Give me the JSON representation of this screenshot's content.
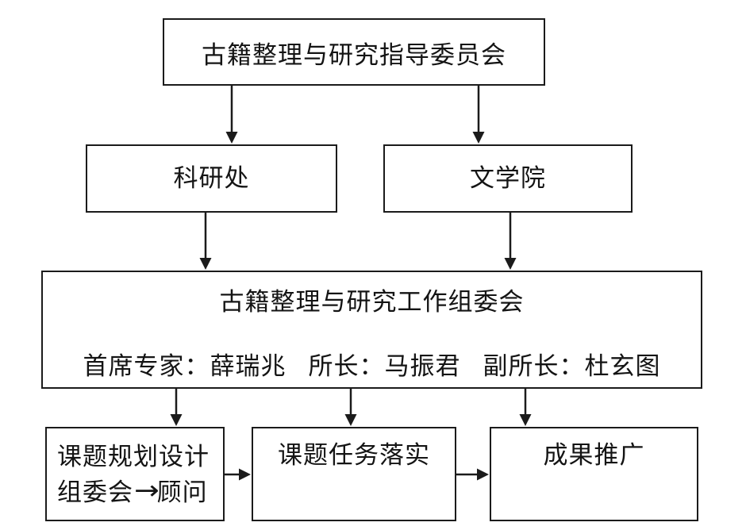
{
  "diagram": {
    "background_color": "#ffffff",
    "line_color": "#1b1b1b",
    "text_color": "#141414",
    "nodes": {
      "steering_committee": {
        "label": "古籍整理与研究指导委员会"
      },
      "research_office": {
        "label": "科研处"
      },
      "literature_school": {
        "label": "文学院"
      },
      "working_committee": {
        "title": "古籍整理与研究工作组委会",
        "members": [
          {
            "label": "首席专家：薛瑞兆"
          },
          {
            "label": "所长：马振君"
          },
          {
            "label": "副所长：杜玄图"
          }
        ]
      },
      "planning_committee": {
        "line1": "课题规划设计",
        "line2_left": "组委会",
        "line2_arrow": "→",
        "line2_right": "顾问"
      },
      "task_implementation": {
        "label": "课题任务落实"
      },
      "results_promotion": {
        "label": "成果推广"
      }
    }
  }
}
